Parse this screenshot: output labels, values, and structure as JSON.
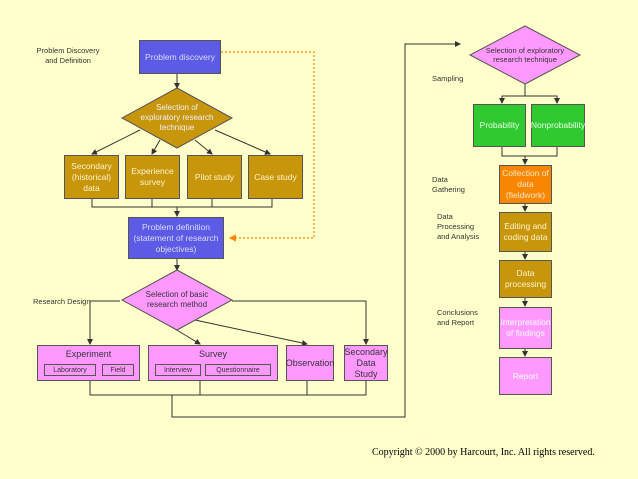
{
  "left": {
    "problem_discovery": "Problem discovery",
    "selection_exploratory": "Selection of exploratory research technique",
    "secondary_historical": "Secondary (historical) data",
    "experience_survey": "Experience survey",
    "pilot_study": "Pilot study",
    "case_study": "Case study",
    "problem_definition": "Problem definition (statement of research objectives)",
    "selection_basic": "Selection of basic research method",
    "experiment": "Experiment",
    "laboratory": "Laboratory",
    "field": "Field",
    "survey": "Survey",
    "interview": "Interview",
    "questionnaire": "Questionnaire",
    "observation": "Observation",
    "secondary_data_study": "Secondary Data Study"
  },
  "right": {
    "selection_exploratory": "Selection of exploratory research technique",
    "probability": "Probability",
    "nonprobability": "Nonprobability",
    "collection": "Collection of data (fieldwork)",
    "editing": "Editing and coding data",
    "processing": "Data processing",
    "interpretation": "Interpretation of findings",
    "report": "Report"
  },
  "stage_labels": {
    "problem_discovery_definition": "Problem Discovery and Definition",
    "research_design": "Research Design",
    "sampling": "Sampling",
    "data_gathering": "Data Gathering",
    "data_processing_analysis": "Data Processing and Analysis",
    "conclusions_report": "Conclusions and Report"
  },
  "copyright": "Copyright © 2000 by Harcourt, Inc. All rights reserved.",
  "colors": {
    "background": "#ffffcc",
    "blue": "#5b5be5",
    "gold": "#c8960a",
    "green": "#2fca2f",
    "orange": "#f78600",
    "pink": "#ff99ff",
    "dotted": "#ff8800"
  }
}
